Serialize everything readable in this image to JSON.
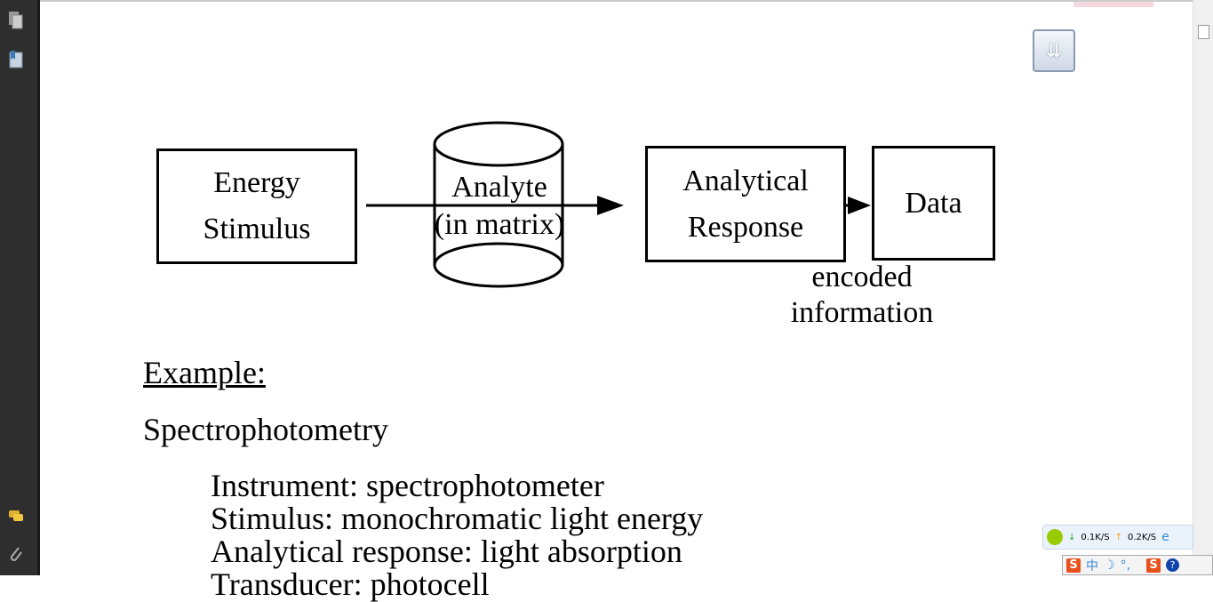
{
  "diagram": {
    "energy": [
      "Energy",
      "Stimulus"
    ],
    "analyte": [
      "Analyte",
      "(in matrix)"
    ],
    "response": [
      "Analytical",
      "Response"
    ],
    "data": "Data",
    "encoded": [
      "encoded",
      "information"
    ]
  },
  "text": {
    "example": "Example:",
    "heading": "Spectrophotometry",
    "lines": [
      "Instrument: spectrophotometer",
      "Stimulus: monochromatic light energy",
      "Analytical response: light absorption",
      "Transducer: photocell"
    ]
  },
  "tray": {
    "down": "0.1K/S",
    "up": "0.2K/S",
    "ime": "中"
  }
}
